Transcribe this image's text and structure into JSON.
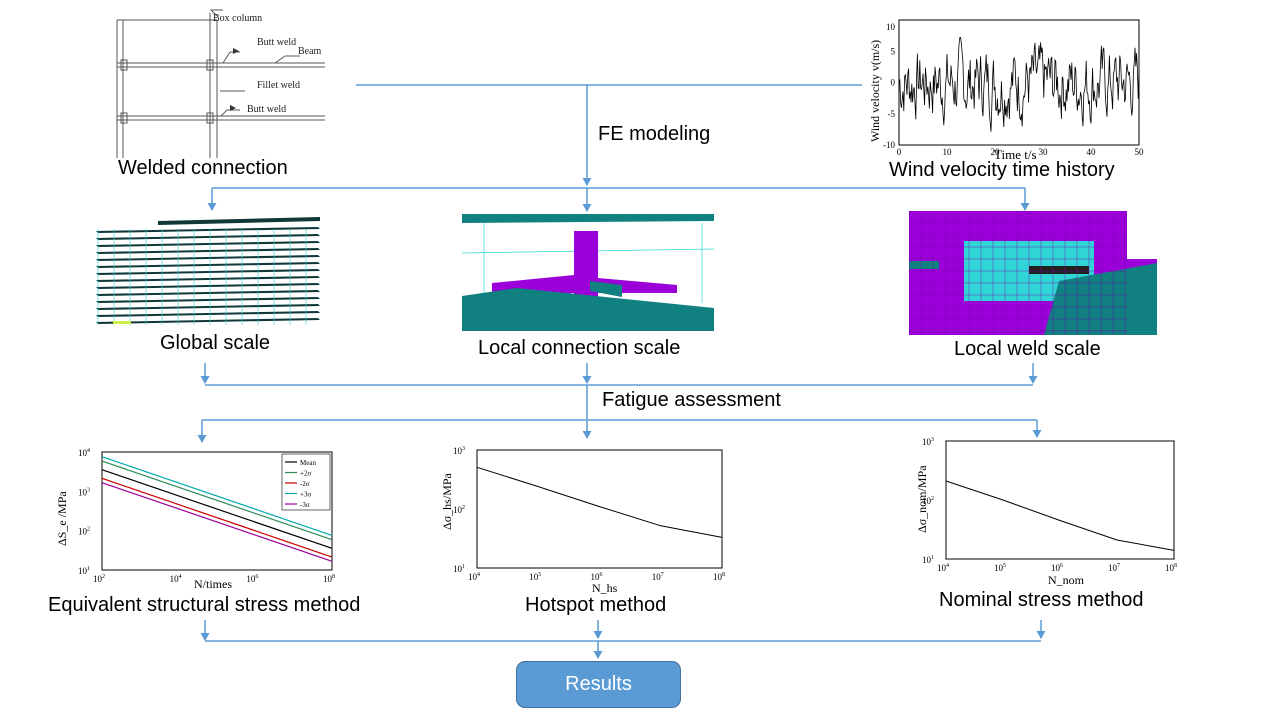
{
  "welded": {
    "caption": "Welded connection",
    "labels": [
      "Box column",
      "Butt weld",
      "Beam",
      "Fillet weld",
      "Butt weld"
    ]
  },
  "wind": {
    "caption": "Wind velocity time history",
    "chart_data": {
      "type": "line",
      "xlabel": "Time t/s",
      "ylabel": "Wind velocity v(m/s)",
      "xlim": [
        0,
        50
      ],
      "ylim": [
        -10,
        10
      ],
      "xticks": [
        "0",
        "10",
        "20",
        "30",
        "40",
        "50"
      ],
      "yticks": [
        "10",
        "5",
        "0",
        "-5",
        "-10"
      ],
      "series": [
        {
          "values_description": "random fluctuating signal roughly between -8 and 8 m/s"
        }
      ]
    }
  },
  "fe_label": "FE modeling",
  "scales": {
    "global": "Global scale",
    "connection": "Local connection scale",
    "weld": "Local weld scale"
  },
  "fatigue_label": "Fatigue assessment",
  "methods": {
    "ess": {
      "caption": "Equivalent structural stress method",
      "chart_data": {
        "type": "line",
        "scale": "log-log",
        "xlabel": "N/times",
        "ylabel": "ΔS_e /MPa",
        "xticks": [
          "10^2",
          "10^4",
          "10^6",
          "10^8"
        ],
        "yticks": [
          "10^4",
          "10^3",
          "10^2",
          "10^1"
        ],
        "legend": [
          "Mean",
          "+2σ",
          "-2σ",
          "+3σ",
          "-3σ"
        ],
        "legend_colors": [
          "#000000",
          "#2e8b57",
          "#cc0000",
          "#00aaaa",
          "#990099"
        ]
      }
    },
    "hotspot": {
      "caption": "Hotspot method",
      "chart_data": {
        "type": "line",
        "scale": "log-log",
        "xlabel": "N_hs",
        "ylabel": "Δσ_hs/MPa",
        "xticks": [
          "10^4",
          "10^5",
          "10^6",
          "10^7",
          "10^8"
        ],
        "yticks": [
          "10^3",
          "10^2",
          "10^1"
        ],
        "x": [
          10000,
          100000,
          1000000,
          10000000,
          100000000
        ],
        "values": [
          510,
          240,
          110,
          52,
          33
        ]
      }
    },
    "nominal": {
      "caption": "Nominal stress method",
      "chart_data": {
        "type": "line",
        "scale": "log-log",
        "xlabel": "N_nom",
        "ylabel": "Δσ_nom/MPa",
        "xticks": [
          "10^4",
          "10^5",
          "10^6",
          "10^7",
          "10^8"
        ],
        "yticks": [
          "10^3",
          "10^2",
          "10^1"
        ],
        "x": [
          10000,
          100000,
          1000000,
          10000000,
          100000000
        ],
        "values": [
          210,
          100,
          45,
          21,
          14
        ]
      }
    }
  },
  "results_label": "Results",
  "colors": {
    "arrow": "#5b9bd5",
    "mesh_teal": "#108080",
    "mesh_purple": "#9b00d9",
    "mesh_cyan": "#30d6d6"
  }
}
